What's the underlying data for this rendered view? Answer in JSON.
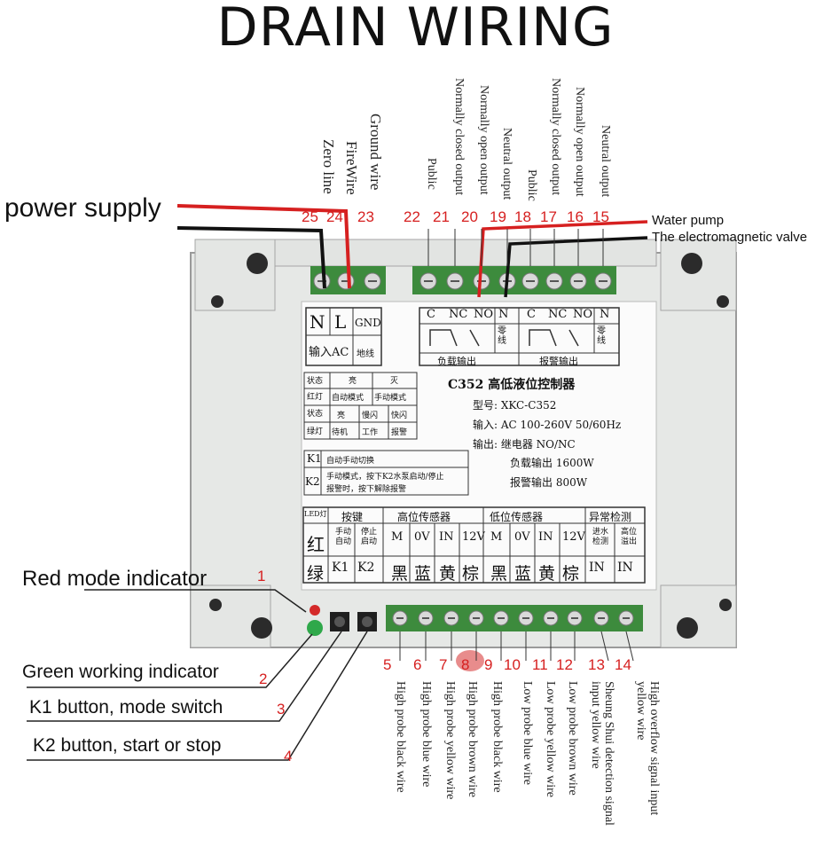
{
  "title": "DRAIN WIRING",
  "labels": {
    "power_supply": "power supply",
    "water_pump": "Water pump",
    "electromagnetic_valve": "The electromagnetic valve",
    "red_indicator": "Red mode indicator",
    "green_indicator": "Green working indicator",
    "k1_button": "K1 button, mode switch",
    "k2_button": "K2 button, start or stop"
  },
  "top_terminals": {
    "numbers": [
      "25",
      "24",
      "23",
      "22",
      "21",
      "20",
      "19",
      "18",
      "17",
      "16",
      "15"
    ],
    "names": [
      "Zero line",
      "FireWire",
      "Ground wire",
      "Public",
      "Normally closed output",
      "Normally open output",
      "Neutral output",
      "Public",
      "Normally closed output",
      "Normally open output",
      "Neutral output"
    ]
  },
  "bottom_terminals": {
    "numbers": [
      "5",
      "6",
      "7",
      "8",
      "9",
      "10",
      "11",
      "12",
      "13",
      "14"
    ],
    "names": [
      "High probe black wire",
      "High probe blue wire",
      "High probe yellow wire",
      "High probe brown wire",
      "High probe black wire",
      "Low probe blue wire",
      "Low probe yellow wire",
      "Low probe brown wire",
      "Sheung Shui detection signal input yellow wire",
      "High overflow signal input yellow wire"
    ]
  },
  "callouts": [
    "1",
    "2",
    "3",
    "4"
  ],
  "device": {
    "input_label": [
      "N",
      "L",
      "GND"
    ],
    "input_caption": "输入AC",
    "ground_caption": "地线",
    "relay_contacts": [
      "C",
      "NC",
      "NO",
      "N",
      "C",
      "NC",
      "NO",
      "N"
    ],
    "neutral_caption": "零线",
    "load_output": "负载输出",
    "alarm_output": "报警输出",
    "model_title": "C352 高低液位控制器",
    "model": "型号: XKC-C352",
    "input_spec": "输入: AC 100-260V 50/60Hz",
    "output_spec": "输出: 继电器 NO/NC",
    "load_spec": "负载输出 1600W",
    "alarm_spec": "报警输出 800W",
    "status_table": [
      "状态",
      "亮",
      "灭",
      "红灯",
      "自动模式",
      "手动模式",
      "状态",
      "亮",
      "慢闪",
      "快闪",
      "绿灯",
      "待机",
      "工作",
      "报警"
    ],
    "k1": "K1",
    "k1_desc": "自动手动切换",
    "k2": "K2",
    "k2_desc1": "手动模式，按下K2水泵启动/停止",
    "k2_desc2": "报警时，按下解除报警",
    "bottom_headers": [
      "LED灯",
      "按键",
      "高位传感器",
      "低位传感器",
      "异常检测"
    ],
    "bottom_row1": [
      "红",
      "手动自动",
      "停止启动",
      "M",
      "0V",
      "IN",
      "12V",
      "M",
      "0V",
      "IN",
      "12V",
      "进水检测",
      "高位溢出"
    ],
    "bottom_row2": [
      "绿",
      "K1",
      "K2",
      "黑",
      "蓝",
      "黄",
      "棕",
      "黑",
      "蓝",
      "黄",
      "棕",
      "IN",
      "IN"
    ]
  }
}
